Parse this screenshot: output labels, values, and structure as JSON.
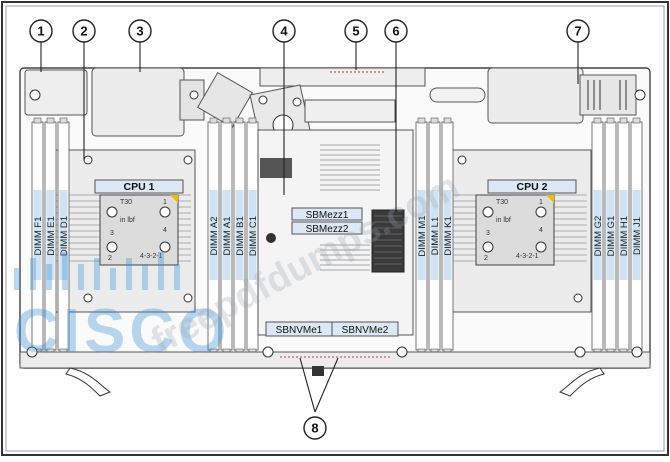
{
  "callouts": [
    {
      "n": "1"
    },
    {
      "n": "2"
    },
    {
      "n": "3"
    },
    {
      "n": "4"
    },
    {
      "n": "5"
    },
    {
      "n": "6"
    },
    {
      "n": "7"
    },
    {
      "n": "8"
    }
  ],
  "cpus": [
    {
      "label": "CPU 1"
    },
    {
      "label": "CPU 2"
    }
  ],
  "heatsink": {
    "model": "T30",
    "torque": "in lbf",
    "steps": [
      "1",
      "2",
      "3",
      "4"
    ],
    "sequence": "4-3-2-1"
  },
  "dimms_left_outer": [
    "DIMM F1",
    "DIMM E1",
    "DIMM D1"
  ],
  "dimms_center_left": [
    "DIMM A2",
    "DIMM A1",
    "DIMM B1",
    "DIMM C1"
  ],
  "dimms_center_right": [
    "DIMM M1",
    "DIMM L1",
    "DIMM K1"
  ],
  "dimms_right_outer": [
    "DIMM G2",
    "DIMM G1",
    "DIMM H1",
    "DIMM J1"
  ],
  "mezz": {
    "top": "SBMezz1",
    "bottom": "SBMezz2"
  },
  "nvme": {
    "left": "SBNVMe1",
    "right": "SBNVMe2"
  },
  "watermarks": {
    "cisco": "CISCO",
    "url": "freepdfdumps.com"
  },
  "colors": {
    "frame": "#333333",
    "dimm_fill": "#cfe2f2",
    "label_box": "#dce8f3",
    "outline": "#555555",
    "board": "#f4f4f4"
  }
}
